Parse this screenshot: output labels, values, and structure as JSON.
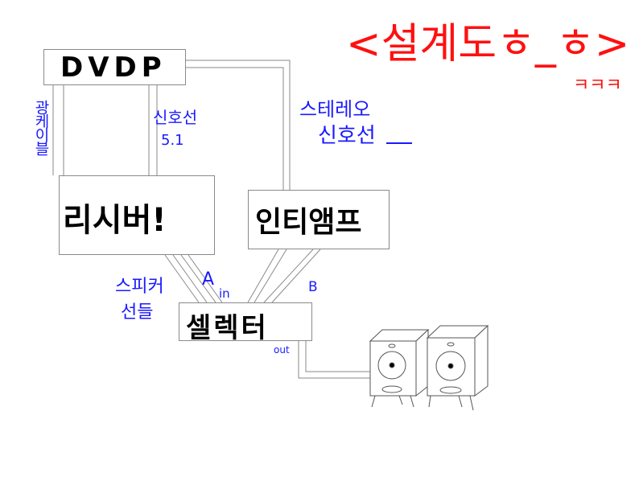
{
  "title": "<설계도ㅎ_ㅎ>",
  "title_suffix": "ㅋㅋㅋ",
  "nodes": {
    "dvdp": "DVDP",
    "receiver": "리시버!",
    "amp": "인티앰프",
    "selector": "셀렉터"
  },
  "links": {
    "optical": "광케이블",
    "signal_51": "신호선",
    "signal_51_sub": "5.1",
    "stereo_line1": "스테레오",
    "stereo_line2": "신호선",
    "speaker_line1": "스피커",
    "speaker_line2": "선들",
    "port_a": "A",
    "port_in": "in",
    "port_b": "B",
    "port_out": "out"
  },
  "colors": {
    "ink": "#000000",
    "annotation": "#1a1aff",
    "title": "#ff1010",
    "wire": "#8a8a8a"
  },
  "icons": [
    "speaker-left-icon",
    "speaker-right-icon"
  ]
}
